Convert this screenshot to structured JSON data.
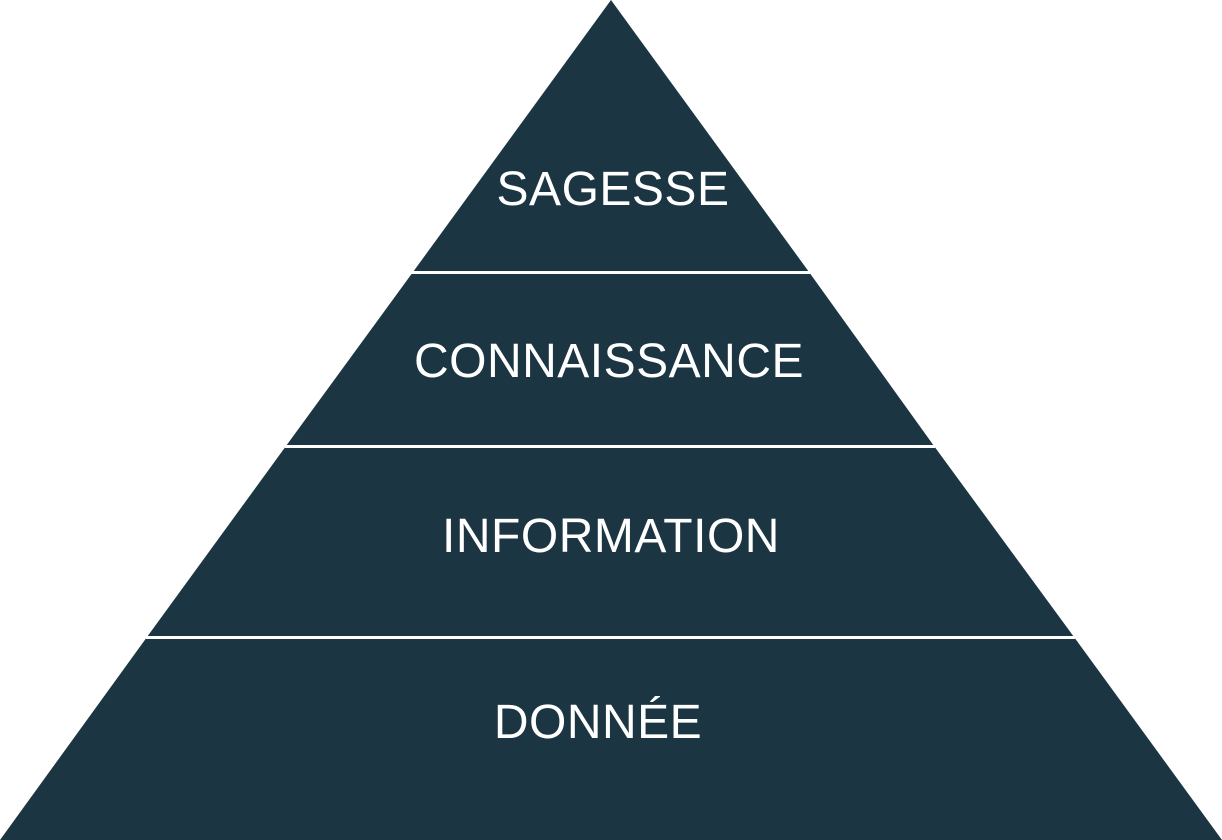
{
  "pyramid": {
    "fill_color": "#1b3542",
    "divider_color": "#ffffff",
    "label_color": "#ffffff",
    "tiers": [
      {
        "label": "SAGESSE"
      },
      {
        "label": "CONNAISSANCE"
      },
      {
        "label": "INFORMATION"
      },
      {
        "label": "DONNÉE"
      }
    ]
  }
}
